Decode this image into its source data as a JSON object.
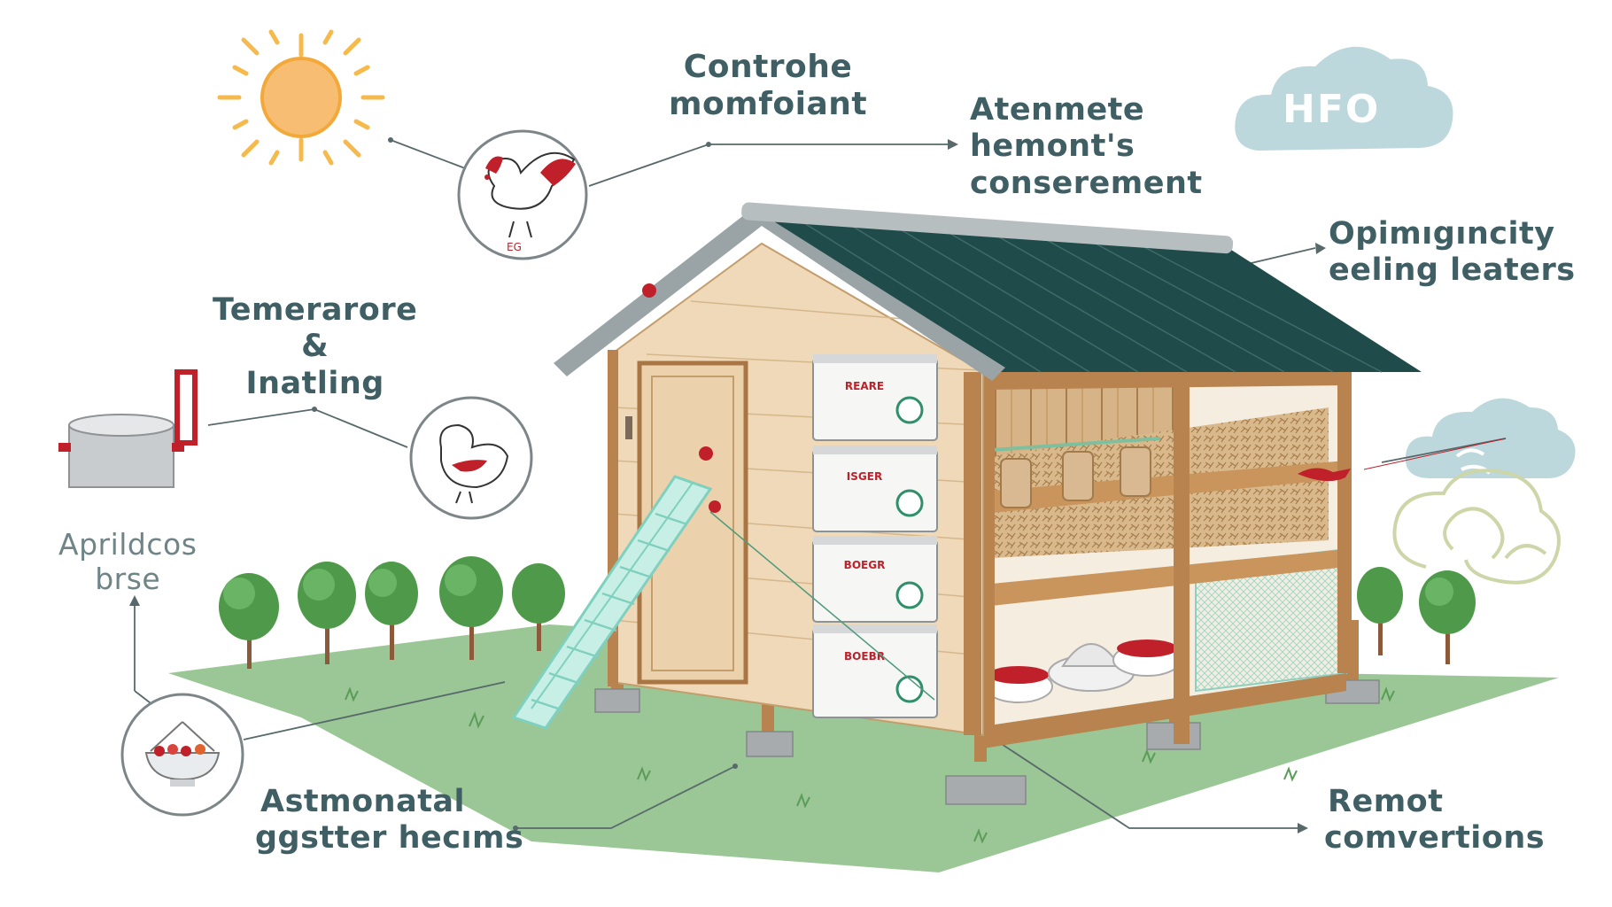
{
  "labels": {
    "control": [
      "Controhe",
      "momfoiant"
    ],
    "atenmete": [
      "Atenmete",
      "hemont's",
      "conserement"
    ],
    "opimigncity": [
      "Opimıgıncity",
      "eeling leaters"
    ],
    "temperature": [
      "Temerarore",
      "&",
      "Inatling"
    ],
    "aprildcos": [
      "Aprildcos",
      "brse"
    ],
    "astmonatal": [
      "Astmonatal",
      "ggstter hecıms"
    ],
    "remot": [
      "Remot",
      "comvertions"
    ]
  },
  "cloud_badge": "HFO",
  "nest_box_labels": [
    "REARE",
    "ISGER",
    "BOEGR",
    "BOEBR"
  ],
  "egg_tag": "EG",
  "colors": {
    "roof": "#1f4b4a",
    "roof_trim": "#9aa3a5",
    "wall": "#efd9b8",
    "wood": "#b9834f",
    "grass": "#8cbf86",
    "text": "#3f5f64",
    "accent_red": "#c0202a",
    "ramp": "#7fd0bf",
    "mesh": "#bfe6dc",
    "sun": "#f6b94c",
    "cloud": "#bcd8dc"
  }
}
